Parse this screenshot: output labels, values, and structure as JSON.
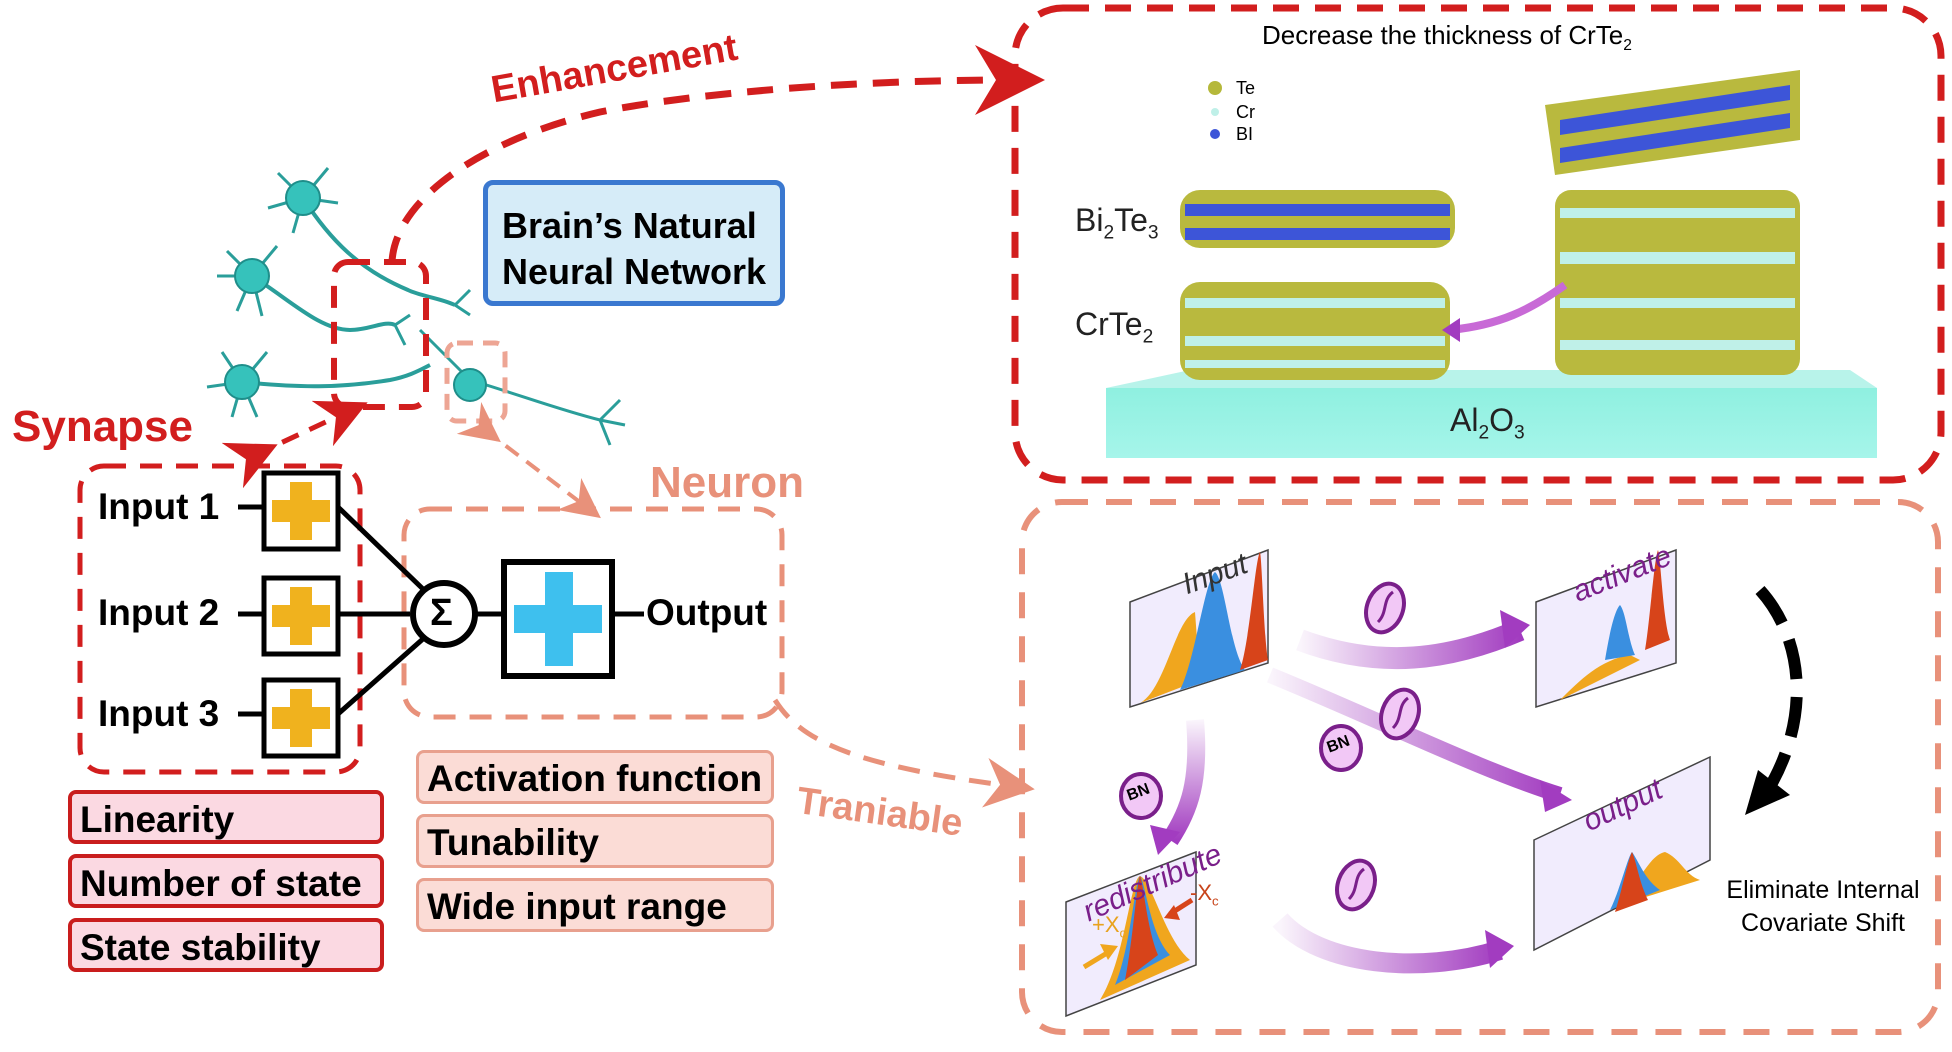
{
  "labels": {
    "enhancement": "Enhancement",
    "synapse": "Synapse",
    "neuron": "Neuron",
    "traniable": "Traniable",
    "brain_box": [
      "Brain’s Natural",
      "Neural Network"
    ]
  },
  "neuron_model": {
    "inputs": [
      "Input 1",
      "Input 2",
      "Input 3"
    ],
    "sum_symbol": "Σ",
    "output": "Output"
  },
  "synapse_properties": [
    "Linearity",
    "Number of state",
    "State stability"
  ],
  "neuron_properties": [
    "Activation function",
    "Tunability",
    "Wide input range"
  ],
  "materials_panel": {
    "title": "Decrease the thickness of CrTe",
    "title_sub": "2",
    "legend": [
      {
        "symbol": "Te",
        "color": "#b5b83a"
      },
      {
        "symbol": "Cr",
        "color": "#bff0e8"
      },
      {
        "symbol": "BI",
        "color": "#3d55d8"
      }
    ],
    "layers": [
      {
        "name": "Bi",
        "sub1": "2",
        "name2": "Te",
        "sub2": "3"
      },
      {
        "name": "CrTe",
        "sub1": "2"
      }
    ],
    "substrate": {
      "name": "Al",
      "sub1": "2",
      "name2": "O",
      "sub2": "3"
    }
  },
  "bn_panel": {
    "plots": [
      "Input",
      "activate",
      "redistribute",
      "output"
    ],
    "operators": [
      "BN",
      "BN"
    ],
    "shift_labels": [
      "+X",
      "-X"
    ],
    "shift_sub": "c",
    "caption": [
      "Eliminate Internal",
      "Covariate Shift"
    ]
  },
  "colors": {
    "red": "#d21e1e",
    "salmon": "#e8917a",
    "teal": "#2bb5b0",
    "yellow": "#f0b21e",
    "cyan": "#3ec0ee",
    "purple": "#a23cc0",
    "blue_box": "#3a78d0"
  }
}
